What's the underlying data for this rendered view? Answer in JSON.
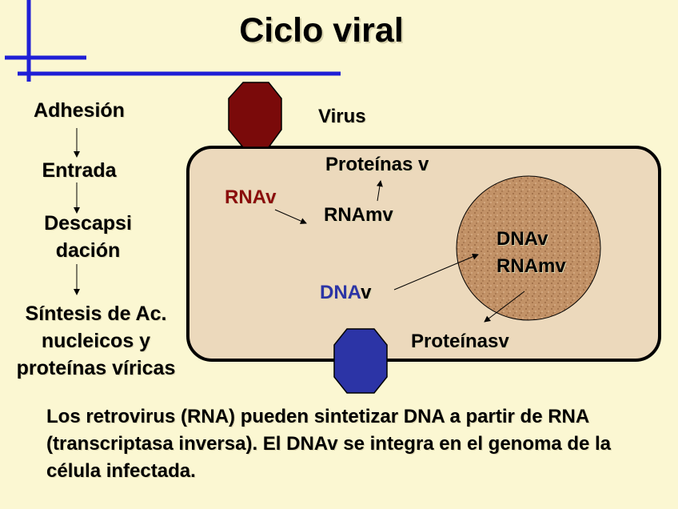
{
  "title": "Ciclo viral",
  "steps": {
    "adhesion": "Adhesión",
    "entrada": "Entrada",
    "descapsi_1": "Descapsi",
    "descapsi_2": "dación",
    "sintesis_1": "Síntesis de Ac.",
    "sintesis_2": "nucleicos y",
    "sintesis_3": "proteínas víricas"
  },
  "cell": {
    "virus": "Virus",
    "proteinas_v": "Proteínas v",
    "rnav": "RNAv",
    "rnamv": "RNAmv",
    "dnav_prefix": "DNA",
    "dnav_suffix": "v",
    "nucleus_dnav": "DNAv",
    "nucleus_rnamv": "RNAmv",
    "proteinasv": "Proteínasv"
  },
  "footnote": "Los retrovirus (RNA) pueden sintetizar DNA a partir de RNA (transcriptasa inversa). El DNAv se integra en el genoma de la célula infectada.",
  "colors": {
    "background": "#fbf7d2",
    "accent_lines": "#1f1fd6",
    "virus_top": "#7a0a0a",
    "virus_bottom": "#2c34a6",
    "cytoplasm": "#ecd9bc",
    "nucleus": "#c29267"
  }
}
